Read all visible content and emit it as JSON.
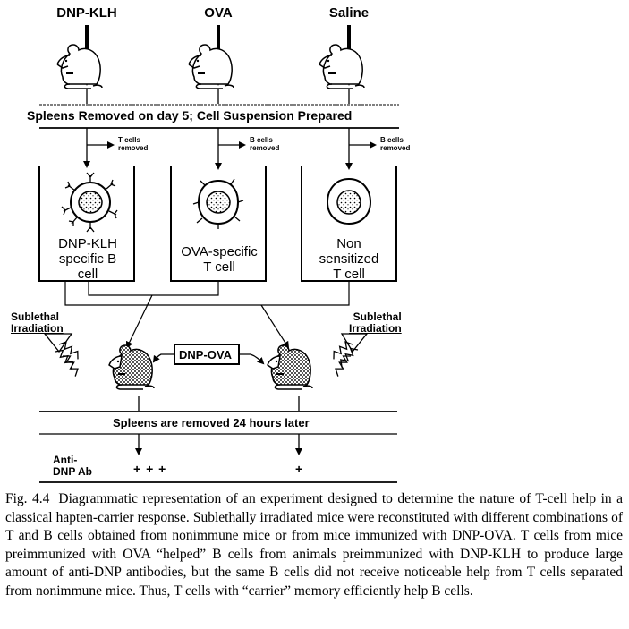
{
  "figure": {
    "groups": [
      {
        "immunogen": "DNP-KLH",
        "removal_note_line1": "T cells",
        "removal_note_line2": "removed",
        "cell_label": [
          "DNP-KLH",
          "specific B",
          "cell"
        ],
        "cell_type": "B cell"
      },
      {
        "immunogen": "OVA",
        "removal_note_line1": "B cells",
        "removal_note_line2": "removed",
        "cell_label": [
          "OVA-specific",
          "T cell"
        ],
        "cell_type": "T cell"
      },
      {
        "immunogen": "Saline",
        "removal_note_line1": "B cells",
        "removal_note_line2": "removed",
        "cell_label": [
          "Non",
          "sensitized",
          "T cell"
        ],
        "cell_type": "T cell"
      }
    ],
    "step1_label": "Spleens Removed on day 5; Cell Suspension Prepared",
    "irradiation_left": [
      "Sublethal",
      "Irradiation"
    ],
    "irradiation_right": [
      "Sublethal",
      "Irradiation"
    ],
    "antigen_box": "DNP-OVA",
    "step2_label": "Spleens are removed 24 hours later",
    "readout_label": [
      "Anti-",
      "DNP Ab"
    ],
    "results": [
      {
        "recipient": "DNP-KLH B cells + OVA-specific T cells",
        "anti_dnp_ab": "+ + +"
      },
      {
        "recipient": "DNP-KLH B cells + non-sensitized T cells",
        "anti_dnp_ab": "+"
      }
    ]
  },
  "caption": {
    "fig_number": "Fig. 4.4",
    "text": "Diagrammatic representation of an experiment designed to determine the nature of T-cell help in a classical hapten-carrier response. Sublethally irradiated mice were reconstituted with different combinations of T and B cells obtained from nonimmune mice or from mice immunized with DNP-OVA. T cells from mice preimmunized with OVA “helped” B cells from animals preimmunized with DNP-KLH to produce large amount of anti-DNP antibodies, but the same B cells did not receive noticeable help from T cells separated from nonimmune mice. Thus, T cells with “carrier” memory efficiently help B cells."
  }
}
